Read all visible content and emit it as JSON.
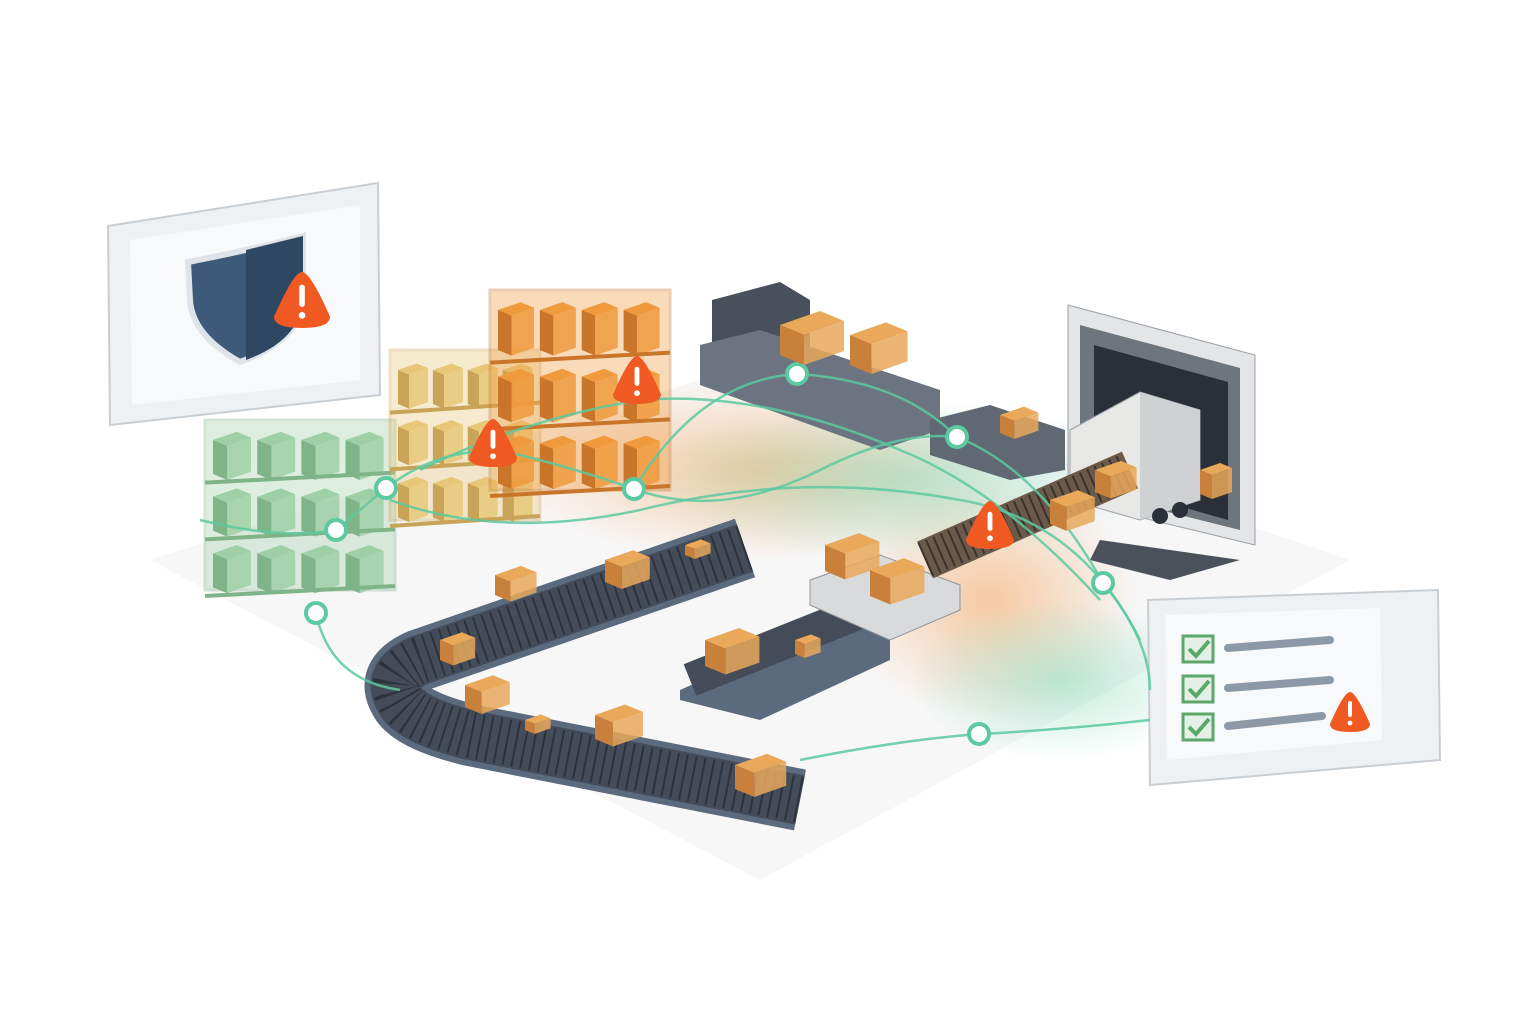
{
  "scene": {
    "colors": {
      "background": "#ffffff",
      "panel": "#eef1f3",
      "panel_border": "#c9ced3",
      "shield": "#3d5a7a",
      "alert": "#f05a22",
      "network": "#5cc9a0",
      "node_fill": "#ffffff",
      "box": "#e9a85a",
      "box_dark": "#c9803a",
      "rack_green": "#9fcfa6",
      "rack_yellow": "#e8c878",
      "rack_orange": "#ef9a3c",
      "conveyor": "#434c58",
      "conveyor_frame": "#5b6b7d",
      "dock_frame": "#6e757c",
      "truck": "#e8e8e6",
      "check": "#5aa86a"
    },
    "icons": [
      "shield-icon",
      "alert-icon",
      "checkbox-icon",
      "network-node-icon"
    ],
    "parts": [
      "security-panel",
      "storage-rack",
      "conveyor-loop",
      "loading-dock",
      "truck",
      "checklist-panel",
      "network-path"
    ]
  }
}
